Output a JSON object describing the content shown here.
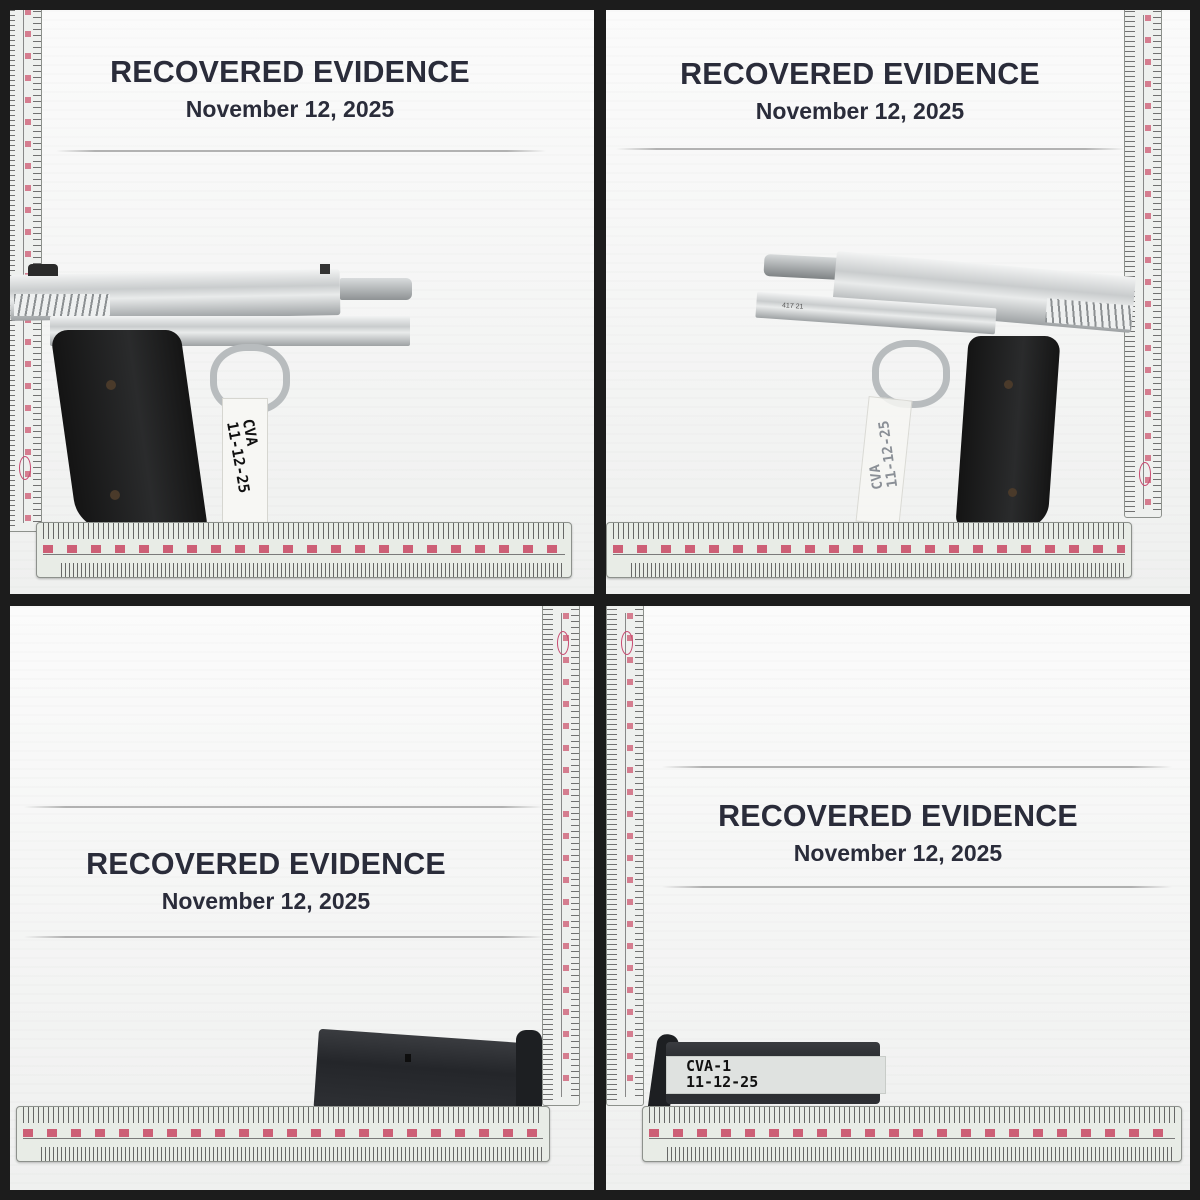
{
  "collage": {
    "layout": "2x2 grid",
    "background_color": "#1c1c1c",
    "panels": [
      {
        "position": "top-left",
        "placard": {
          "title": "RECOVERED EVIDENCE",
          "date": "November 12, 2025"
        },
        "subject": "stainless pistol with black grips, slide retracted, facing left",
        "evidence_tag": {
          "line1": "CVA",
          "line2": "11-12-25"
        }
      },
      {
        "position": "top-right",
        "placard": {
          "title": "RECOVERED EVIDENCE",
          "date": "November 12, 2025"
        },
        "subject": "stainless pistol with black grips, facing right",
        "evidence_tag": {
          "line1": "CVA",
          "line2": "11-12-25"
        },
        "serial_marking": "417 21"
      },
      {
        "position": "bottom-left",
        "placard": {
          "title": "RECOVERED EVIDENCE",
          "date": "November 12, 2025"
        },
        "subject": "black pistol magazine"
      },
      {
        "position": "bottom-right",
        "placard": {
          "title": "RECOVERED EVIDENCE",
          "date": "November 12, 2025"
        },
        "subject": "pistol magazine with evidence tape",
        "evidence_tag": {
          "line1": "CVA-1",
          "line2": "11-12-25"
        }
      }
    ]
  },
  "colors": {
    "placard_text": "#2a2c3a",
    "paper": "#f6f7f6",
    "ruler_red": "#c43050",
    "grip_black": "#1a1a1a"
  }
}
